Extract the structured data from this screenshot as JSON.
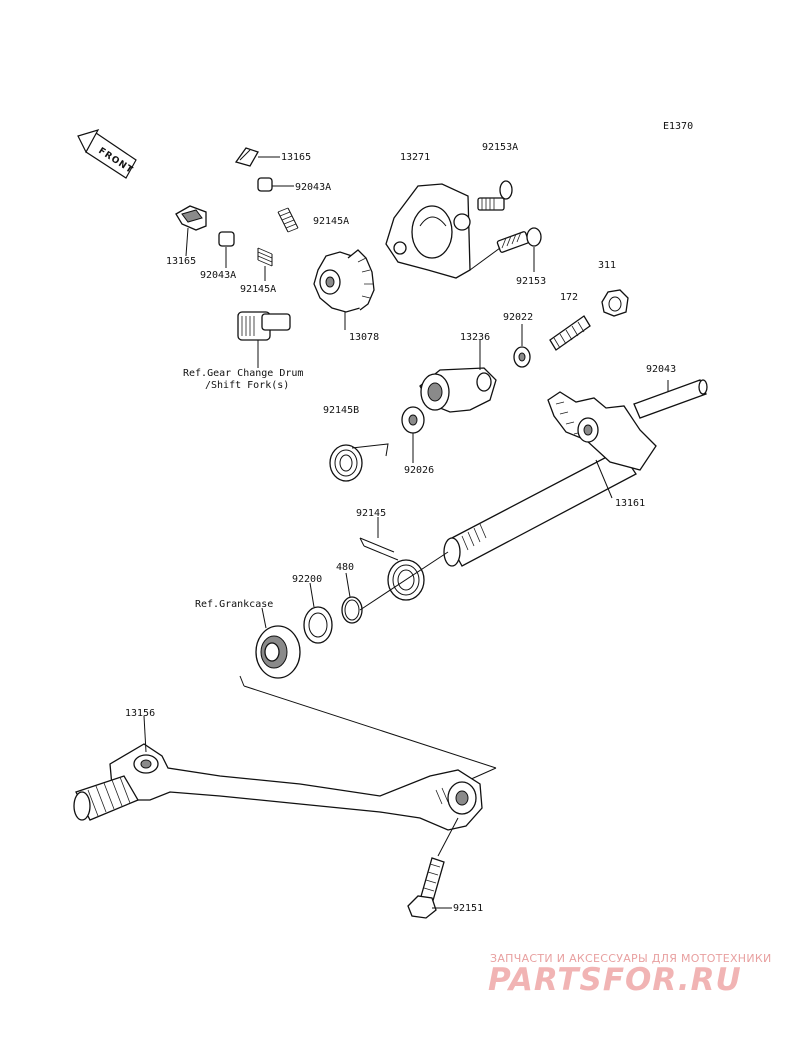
{
  "diagram_code": "E1370",
  "front_label": "FRONT",
  "parts": {
    "p13165_top": "13165",
    "p92043A_top": "92043A",
    "p92145A_top": "92145A",
    "p13271": "13271",
    "p92153A": "92153A",
    "p13165_left": "13165",
    "p92043A_left": "92043A",
    "p92145A_left": "92145A",
    "p92153": "92153",
    "p311": "311",
    "p172": "172",
    "p13078": "13078",
    "p92022": "92022",
    "p13236": "13236",
    "p92043": "92043",
    "p92145B": "92145B",
    "p92026": "92026",
    "p13161": "13161",
    "p92145": "92145",
    "p480": "480",
    "p92200": "92200",
    "p13156": "13156",
    "p92151": "92151"
  },
  "refs": {
    "gear_change_line1": "Ref.Gear Change Drum",
    "gear_change_line2": "/Shift Fork(s)",
    "crankcase": "Ref.Grankcase"
  },
  "watermark": {
    "tagline": "ЗАПЧАСТИ И АКСЕССУАРЫ ДЛЯ МОТОТЕХНИКИ",
    "logo": "PARTSFOR.RU"
  }
}
